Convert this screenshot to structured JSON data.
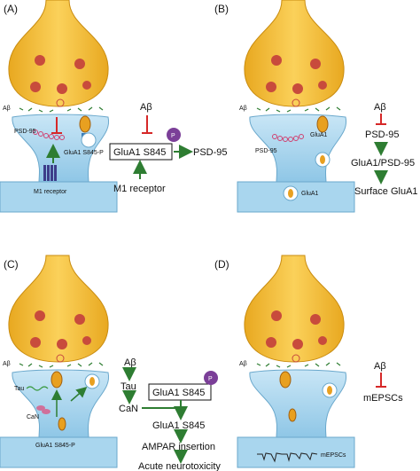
{
  "panels": {
    "A": {
      "label": "(A)",
      "abeta_side": "Aβ",
      "psd95_label": "PSD-95",
      "s845p_label": "GluA1 S845-P",
      "m1_label": "M1 receptor",
      "flow": {
        "abeta": "Aβ",
        "glua1": "GluA1 S845",
        "phos": "P",
        "psd95": "PSD-95",
        "m1": "M1 receptor"
      }
    },
    "B": {
      "label": "(B)",
      "abeta_side": "Aβ",
      "glua1_top": "GluA1",
      "psd95_label": "PSD-95",
      "glua1_bottom": "GluA1",
      "flow": {
        "abeta": "Aβ",
        "psd95": "PSD-95",
        "complex": "GluA1/PSD-95",
        "surface": "Surface GluA1"
      }
    },
    "C": {
      "label": "(C)",
      "abeta_side": "Aβ",
      "tau_label": "Tau",
      "can_label": "CaN",
      "s845p_label": "GluA1 S845-P",
      "flow": {
        "abeta": "Aβ",
        "tau": "Tau",
        "can": "CaN",
        "glua1_box": "GluA1 S845",
        "phos": "P",
        "glua1": "GluA1 S845",
        "ampar": "AMPAR insertion",
        "tox": "Acute neurotoxicity"
      }
    },
    "D": {
      "label": "(D)",
      "abeta_side": "Aβ",
      "mepscs_trace": "mEPSCs",
      "flow": {
        "abeta": "Aβ",
        "mepscs": "mEPSCs"
      }
    }
  },
  "colors": {
    "presynaptic": "#f0b830",
    "presynaptic_edge": "#c98c10",
    "postsynaptic": "#a9d6ee",
    "postsynaptic_edge": "#6aa8cc",
    "vesicle": "#c84b3c",
    "inhibit": "#d62828",
    "activate": "#2e7d32",
    "phospho": "#7b3f98"
  }
}
